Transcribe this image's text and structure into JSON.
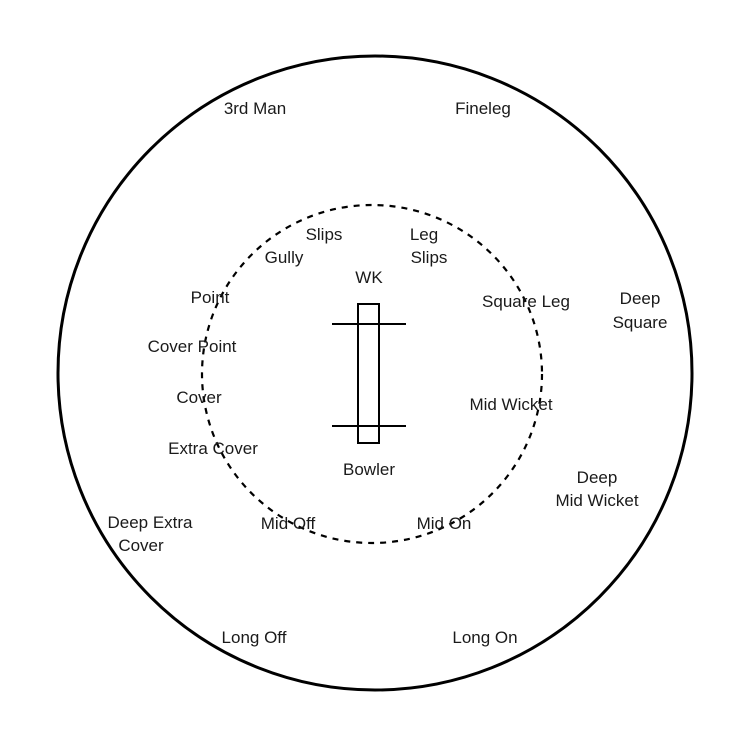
{
  "colors": {
    "line": "#000000",
    "text": "#1a1a1a",
    "background": "#ffffff"
  },
  "positions": {
    "third_man": "3rd Man",
    "fineleg": "Fineleg",
    "slips": "Slips",
    "gully": "Gully",
    "leg_slips_1": "Leg",
    "leg_slips_2": "Slips",
    "wk": "WK",
    "point": "Point",
    "square_leg": "Square Leg",
    "deep_square_1": "Deep",
    "deep_square_2": "Square",
    "cover_point": "Cover Point",
    "cover": "Cover",
    "mid_wicket": "Mid Wicket",
    "extra_cover": "Extra Cover",
    "bowler": "Bowler",
    "deep_mid_wicket_1": "Deep",
    "deep_mid_wicket_2": "Mid Wicket",
    "deep_extra_cover_1": "Deep Extra",
    "deep_extra_cover_2": "Cover",
    "mid_off": "Mid Off",
    "mid_on": "Mid On",
    "long_off": "Long Off",
    "long_on": "Long On"
  }
}
